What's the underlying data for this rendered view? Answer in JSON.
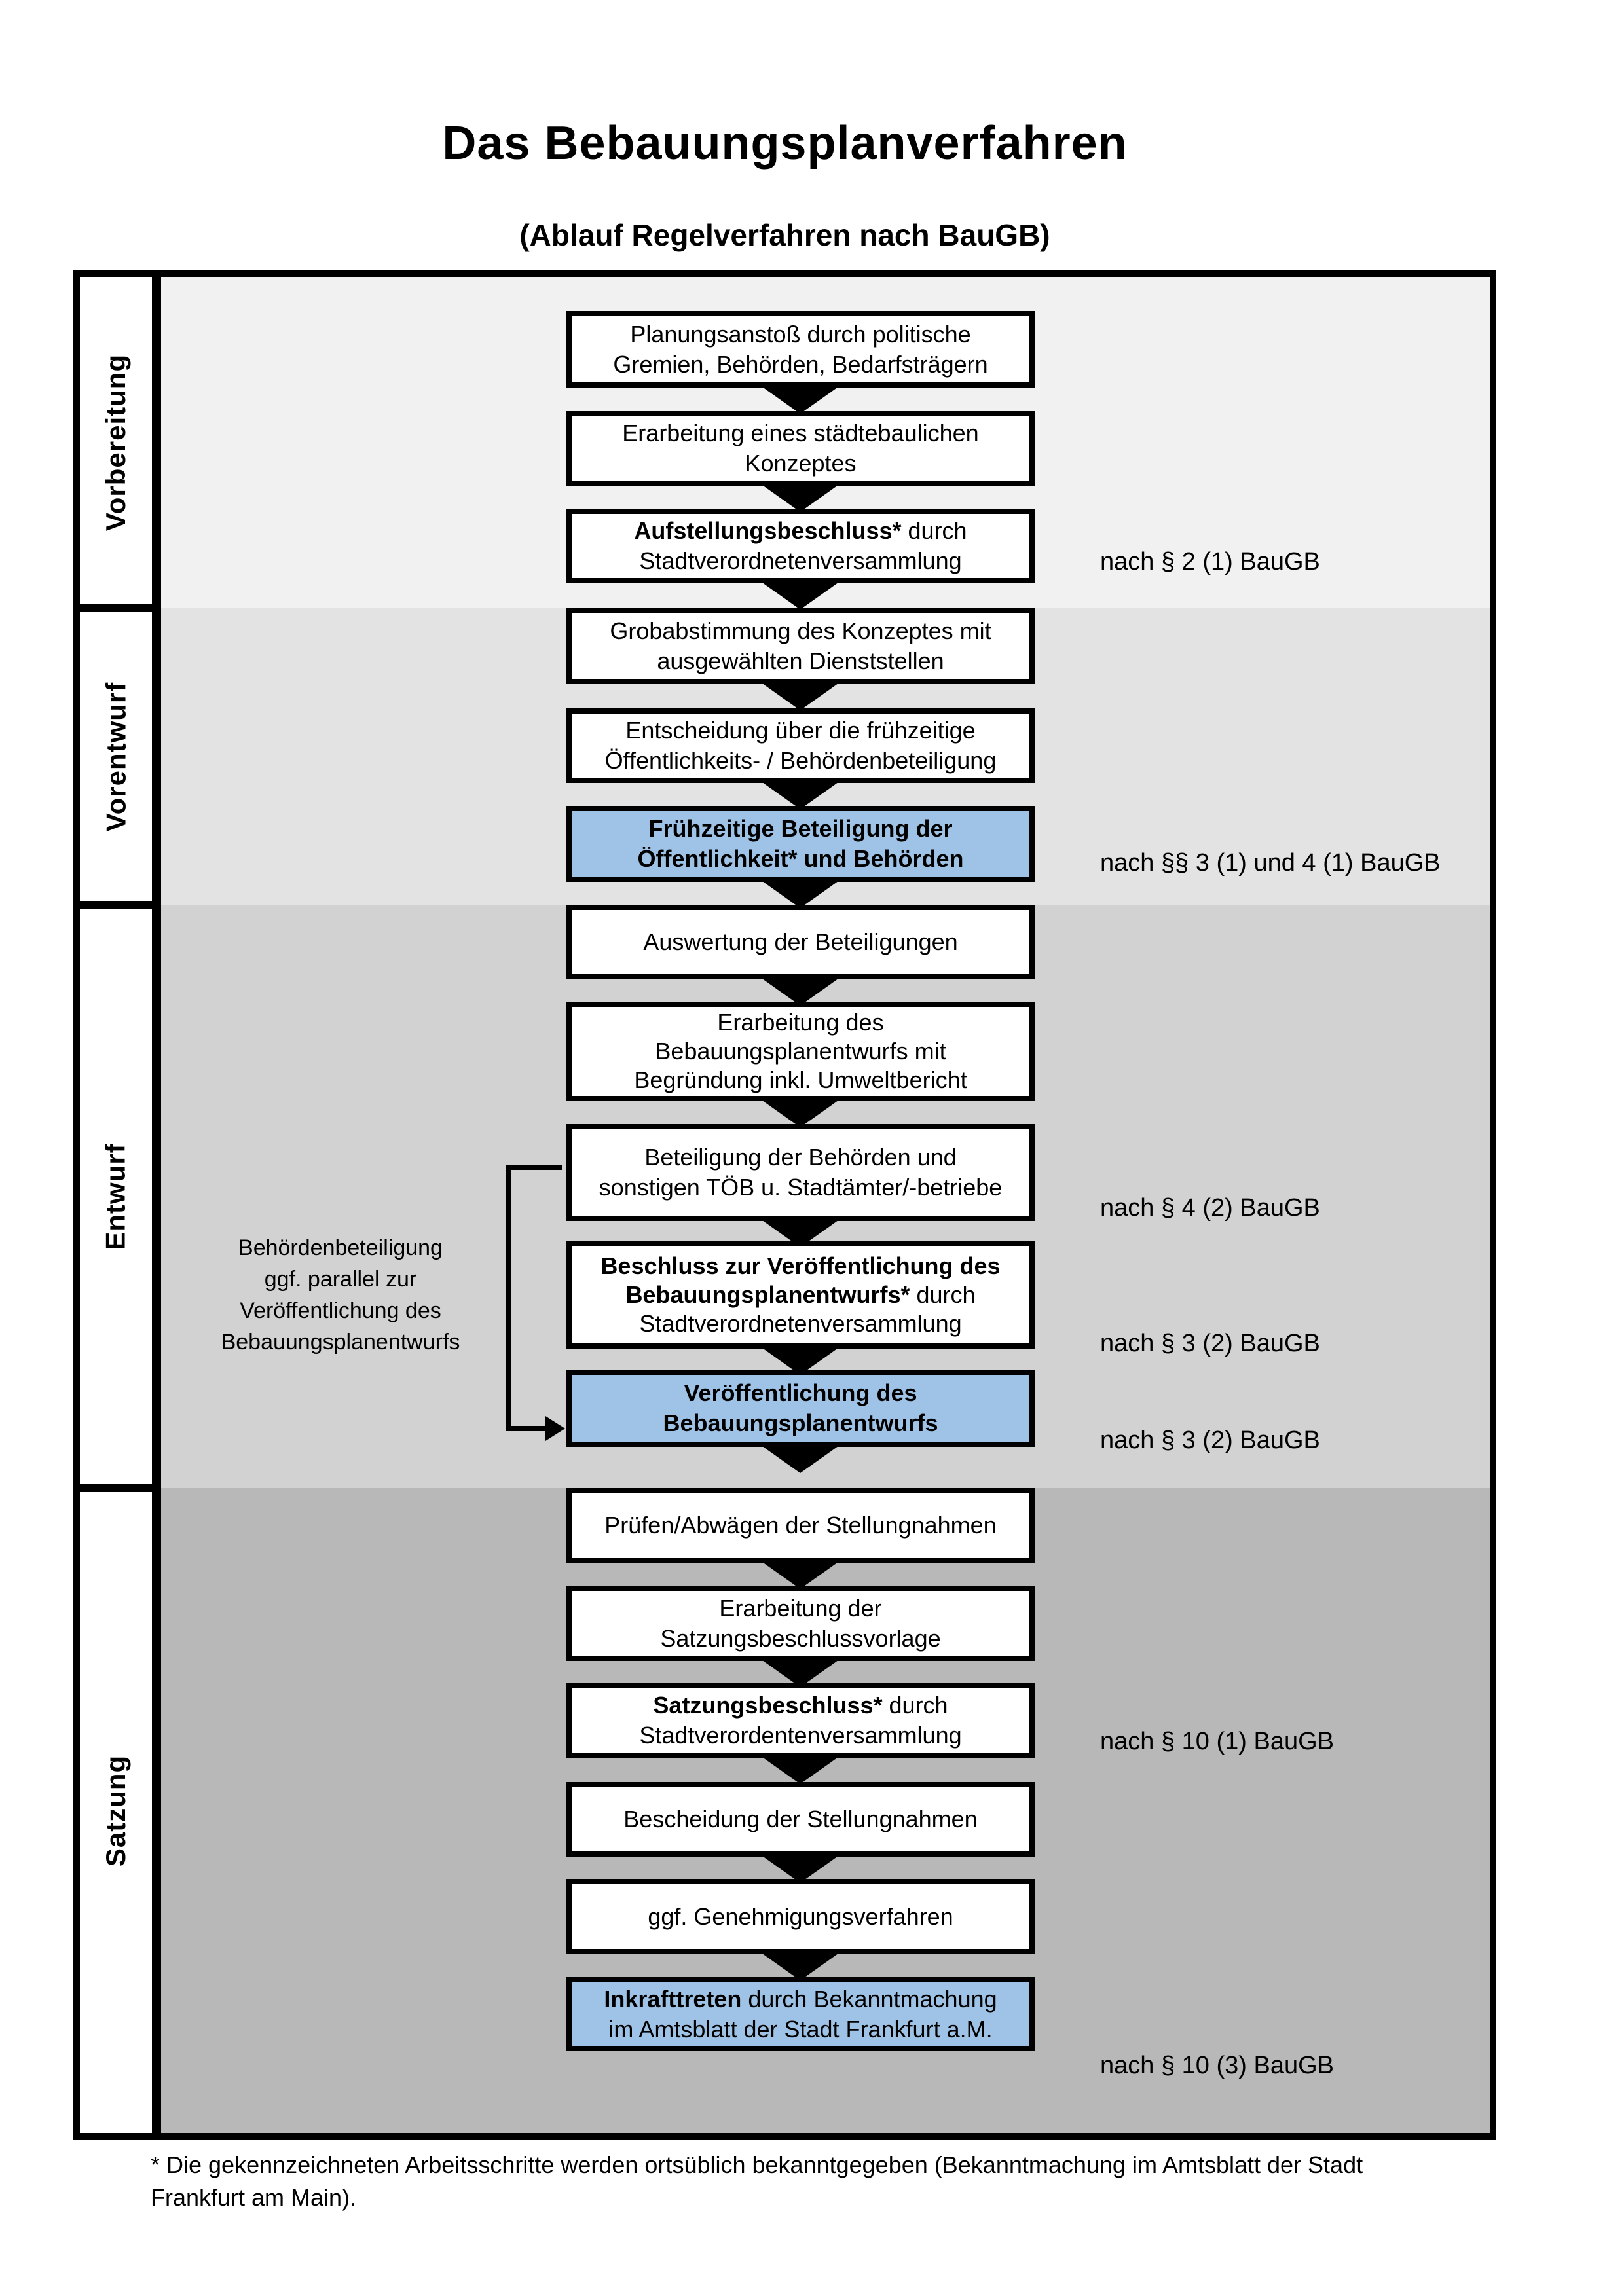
{
  "page": {
    "title": "Das Bebauungsplanverfahren",
    "subtitle": "(Ablauf Regelverfahren nach BauGB)",
    "footnote_line1": "* Die gekennzeichneten Arbeitsschritte werden ortsüblich bekanntgegeben (Bekanntmachung im Amtsblatt  der Stadt",
    "footnote_line2": "Frankfurt am Main)."
  },
  "colors": {
    "highlight_blue": "#9fc3e6",
    "band_vorbereitung": "#f1f1f1",
    "band_vorentwurf": "#e3e3e3",
    "band_entwurf": "#d2d2d2",
    "band_satzung": "#b8b8b8"
  },
  "phases": [
    {
      "label": "Vorbereitung"
    },
    {
      "label": "Vorentwurf"
    },
    {
      "label": "Entwurf"
    },
    {
      "label": "Satzung"
    }
  ],
  "boxes": [
    {
      "l1": "Planungsanstoß durch politische",
      "l2": "Gremien, Behörden, Bedarfsträgern"
    },
    {
      "l1": "Erarbeitung eines städtebaulichen",
      "l2": "Konzeptes"
    },
    {
      "l1b": "Aufstellungsbeschluss*",
      "l1r": " durch",
      "l2": "Stadtverordnetenversammlung"
    },
    {
      "l1": "Grobabstimmung des Konzeptes mit",
      "l2": "ausgewählten Dienststellen"
    },
    {
      "l1": "Entscheidung über die frühzeitige",
      "l2": "Öffentlichkeits- / Behördenbeteiligung"
    },
    {
      "l1b": "Frühzeitige Beteiligung der",
      "l2b": "Öffentlichkeit* und Behörden"
    },
    {
      "l1": "Auswertung der Beteiligungen"
    },
    {
      "l1": "Erarbeitung des",
      "l2": "Bebauungsplanentwurfs mit",
      "l3": "Begründung inkl. Umweltbericht"
    },
    {
      "l1": "Beteiligung der Behörden und",
      "l2": "sonstigen TÖB u. Stadtämter/-betriebe"
    },
    {
      "l1b": "Beschluss zur Veröffentlichung des",
      "l2b": "Bebauungsplanentwurfs*",
      "l2r": " durch",
      "l3": "Stadtverordnetenversammlung"
    },
    {
      "l1b": "Veröffentlichung des",
      "l2b": "Bebauungsplanentwurfs"
    },
    {
      "l1": "Prüfen/Abwägen der Stellungnahmen"
    },
    {
      "l1": "Erarbeitung der",
      "l2": "Satzungsbeschlussvorlage"
    },
    {
      "l1b": "Satzungsbeschluss*",
      "l1r": " durch",
      "l2": "Stadtverordentenversammlung"
    },
    {
      "l1": "Bescheidung der Stellungnahmen"
    },
    {
      "l1": "ggf. Genehmigungsverfahren"
    },
    {
      "l1b": "Inkrafttreten",
      "l1r": " durch Bekanntmachung",
      "l2": "im Amtsblatt der Stadt Frankfurt a.M."
    }
  ],
  "refs": [
    {
      "text": "nach § 2 (1) BauGB"
    },
    {
      "text": "nach §§ 3 (1) und 4 (1) BauGB"
    },
    {
      "text": "nach § 4 (2) BauGB"
    },
    {
      "text": "nach § 3 (2) BauGB"
    },
    {
      "text": "nach § 3 (2) BauGB"
    },
    {
      "text": "nach § 10 (1) BauGB"
    },
    {
      "text": "nach § 10 (3) BauGB"
    }
  ],
  "side_note": {
    "l1": "Behördenbeteiligung",
    "l2": "ggf. parallel zur",
    "l3": "Veröffentlichung des",
    "l4": "Bebauungsplanentwurfs"
  }
}
